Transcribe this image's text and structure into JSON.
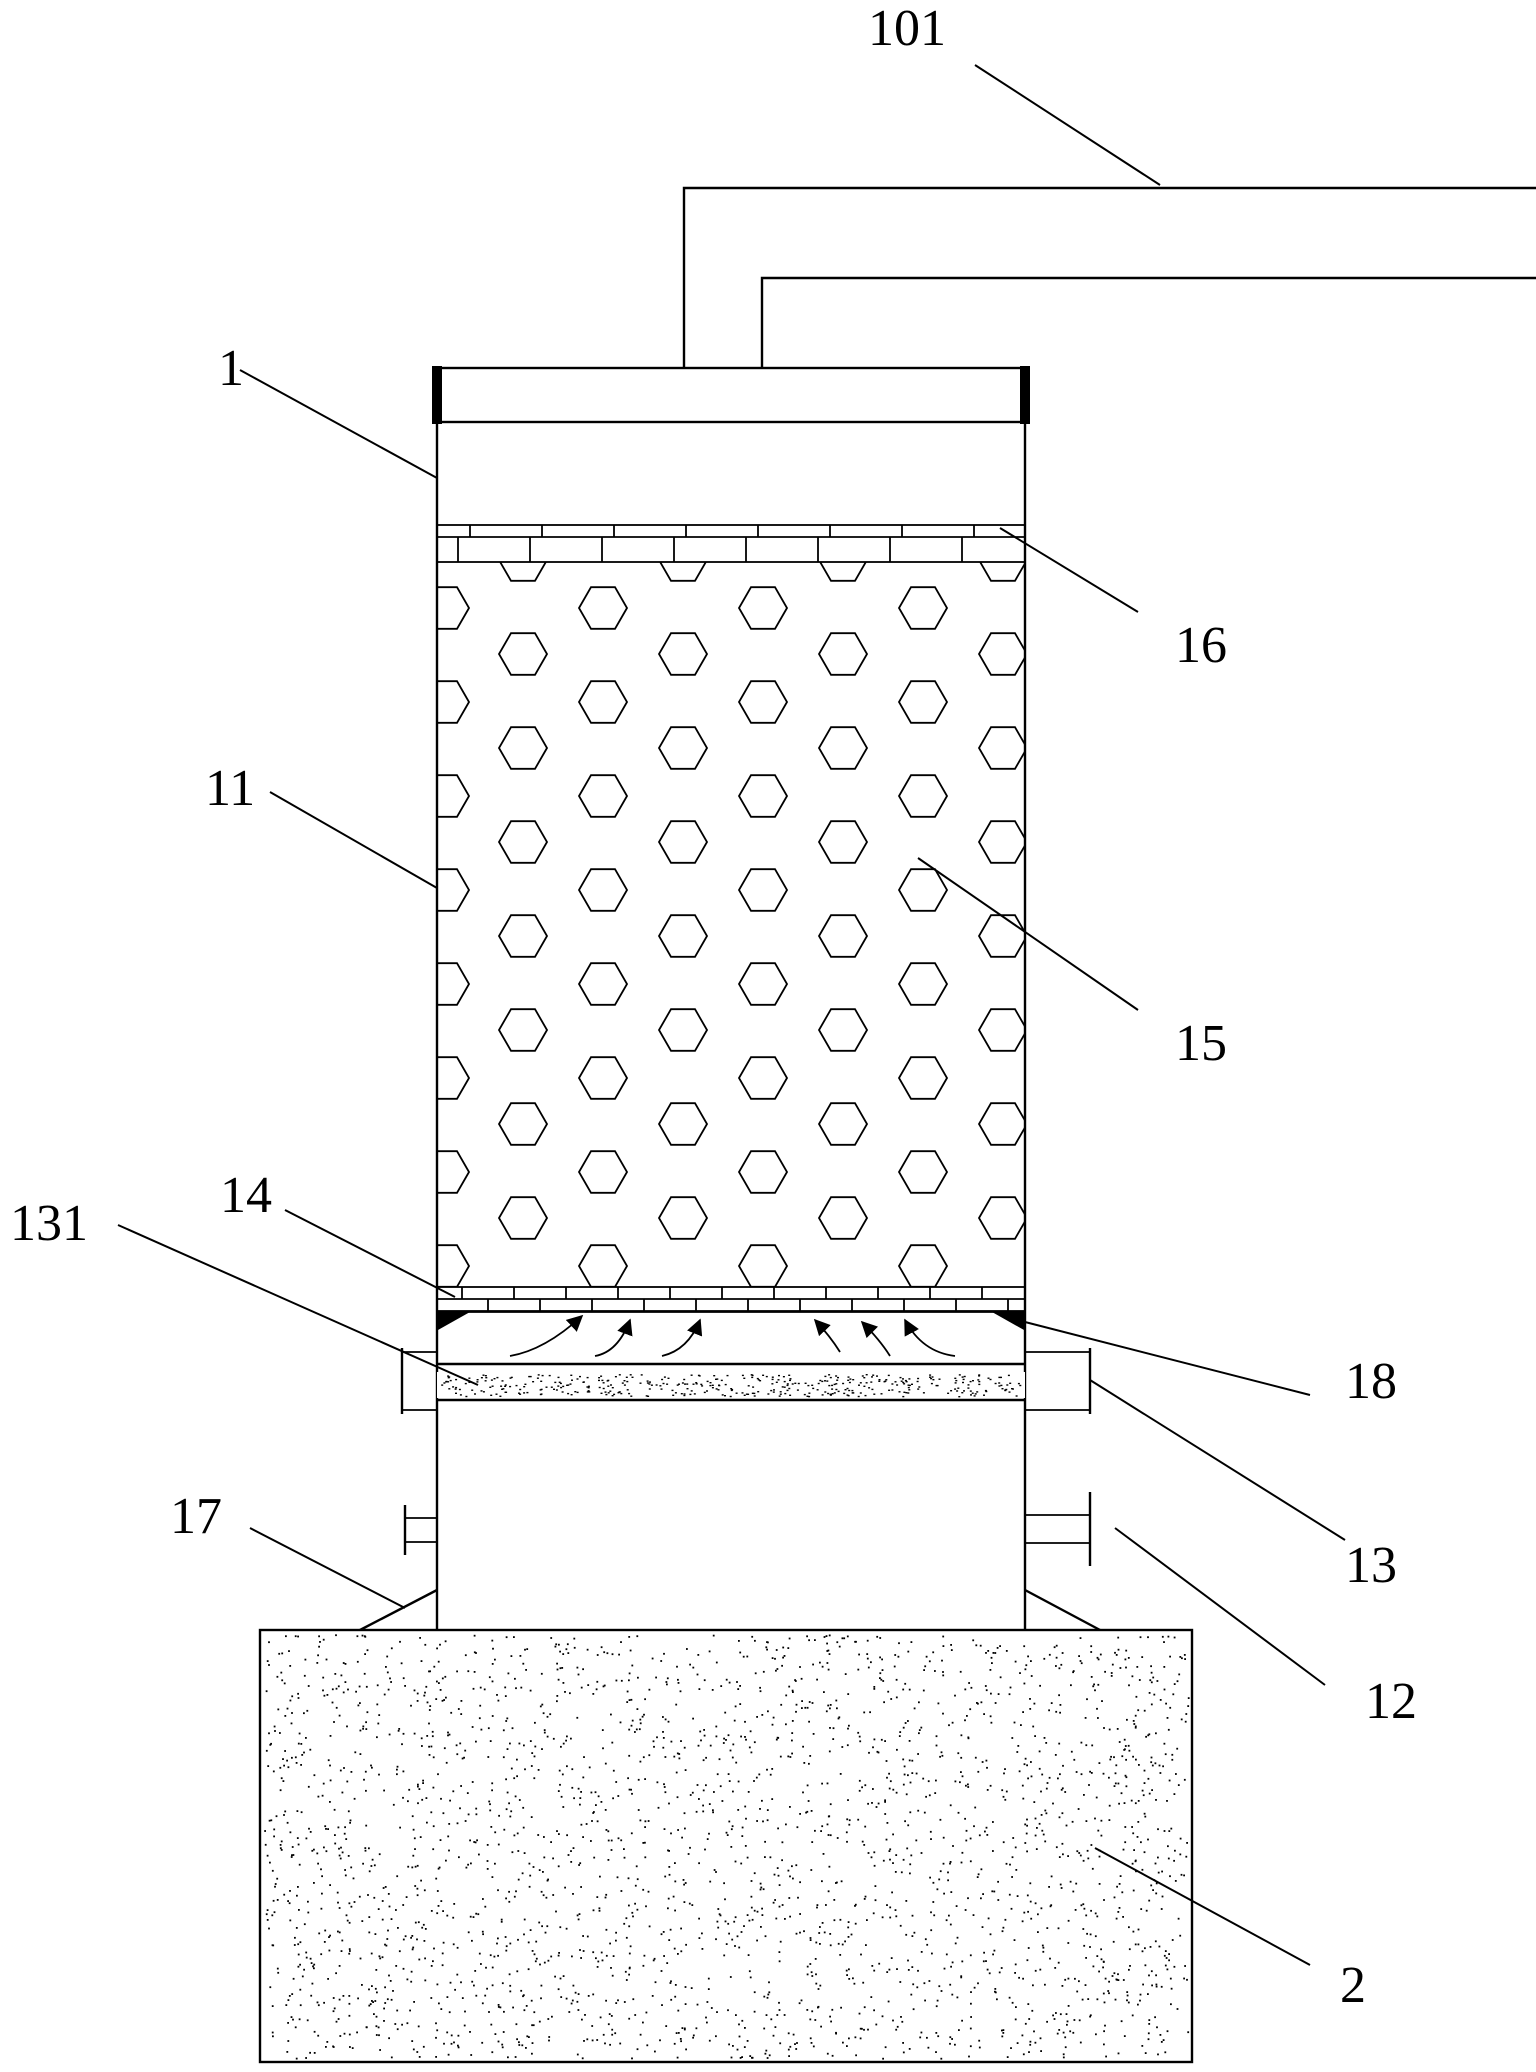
{
  "figure": {
    "labels": {
      "l101": "101",
      "l1": "1",
      "l16": "16",
      "l11": "11",
      "l15": "15",
      "l14": "14",
      "l131": "131",
      "l18": "18",
      "l13": "13",
      "l17": "17",
      "l12": "12",
      "l2": "2"
    }
  }
}
